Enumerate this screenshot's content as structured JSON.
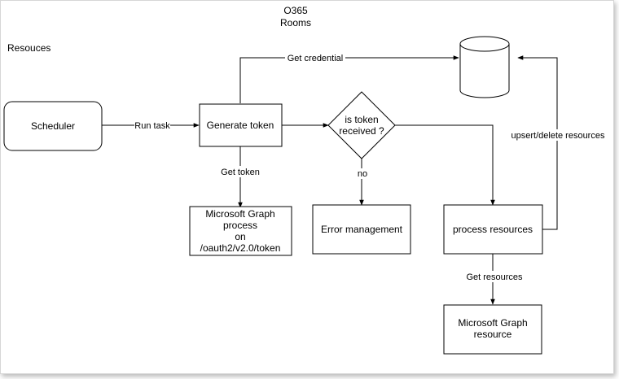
{
  "diagram": {
    "title_line1": "O365",
    "title_line2": "Rooms",
    "section_label": "Resouces",
    "nodes": {
      "scheduler": "Scheduler",
      "generate_token": "Generate token",
      "decision_line1": "is token",
      "decision_line2": "received ?",
      "graph_process_line1": "Microsoft Graph",
      "graph_process_line2": "process",
      "graph_process_line3": "on",
      "graph_process_line4": "/oauth2/v2.0/token",
      "error_management": "Error management",
      "process_resources": "process resources",
      "graph_resource_line1": "Microsoft Graph",
      "graph_resource_line2": "resource"
    },
    "edges": {
      "run_task": "Run task",
      "get_credential": "Get credential",
      "get_token": "Get token",
      "no": "no",
      "upsert_delete": "upsert/delete resources",
      "get_resources": "Get resources"
    }
  }
}
